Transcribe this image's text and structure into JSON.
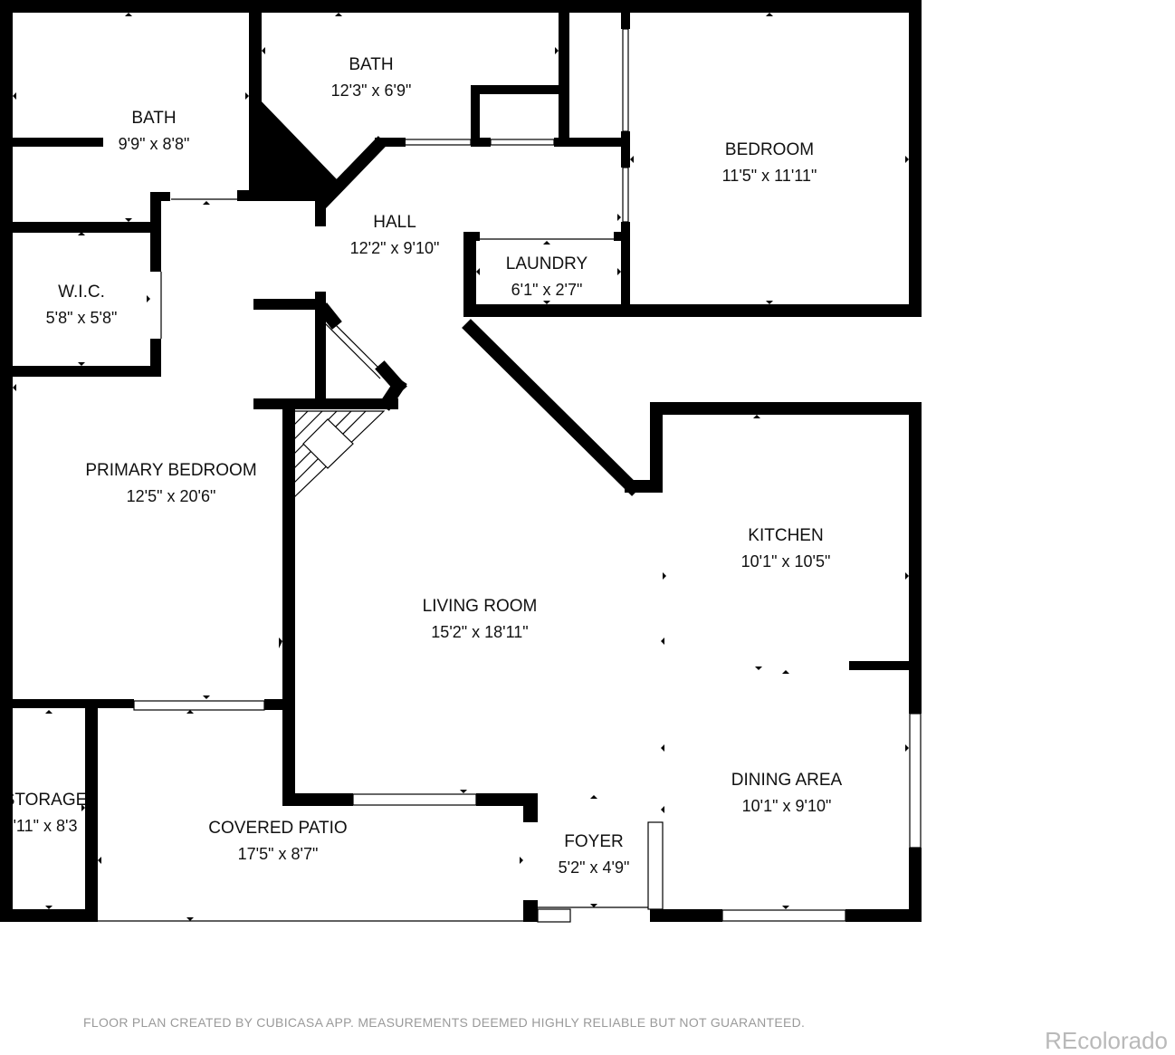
{
  "rooms": {
    "bath_left": {
      "name": "BATH",
      "dims": "9'9\" x 8'8\""
    },
    "bath_top": {
      "name": "BATH",
      "dims": "12'3\" x 6'9\""
    },
    "bedroom": {
      "name": "BEDROOM",
      "dims": "11'5\" x 11'11\""
    },
    "hall": {
      "name": "HALL",
      "dims": "12'2\" x 9'10\""
    },
    "laundry": {
      "name": "LAUNDRY",
      "dims": "6'1\" x 2'7\""
    },
    "wic": {
      "name": "W.I.C.",
      "dims": "5'8\" x 5'8\""
    },
    "primary_bedroom": {
      "name": "PRIMARY BEDROOM",
      "dims": "12'5\" x 20'6\""
    },
    "kitchen": {
      "name": "KITCHEN",
      "dims": "10'1\" x 10'5\""
    },
    "living_room": {
      "name": "LIVING ROOM",
      "dims": "15'2\" x 18'11\""
    },
    "dining_area": {
      "name": "DINING AREA",
      "dims": "10'1\" x 9'10\""
    },
    "storage": {
      "name": "STORAGE",
      "dims": "'11\" x 8'3"
    },
    "covered_patio": {
      "name": "COVERED PATIO",
      "dims": "17'5\" x 8'7\""
    },
    "foyer": {
      "name": "FOYER",
      "dims": "5'2\" x 4'9\""
    }
  },
  "footer": {
    "note": "FLOOR PLAN CREATED BY CUBICASA APP. MEASUREMENTS DEEMED HIGHLY RELIABLE BUT NOT GUARANTEED.",
    "brand": "REcolorado"
  },
  "colors": {
    "wall": "#000000",
    "background": "#ffffff",
    "footer_text": "#9a9a9a",
    "brand_text": "#b9b9b9"
  }
}
